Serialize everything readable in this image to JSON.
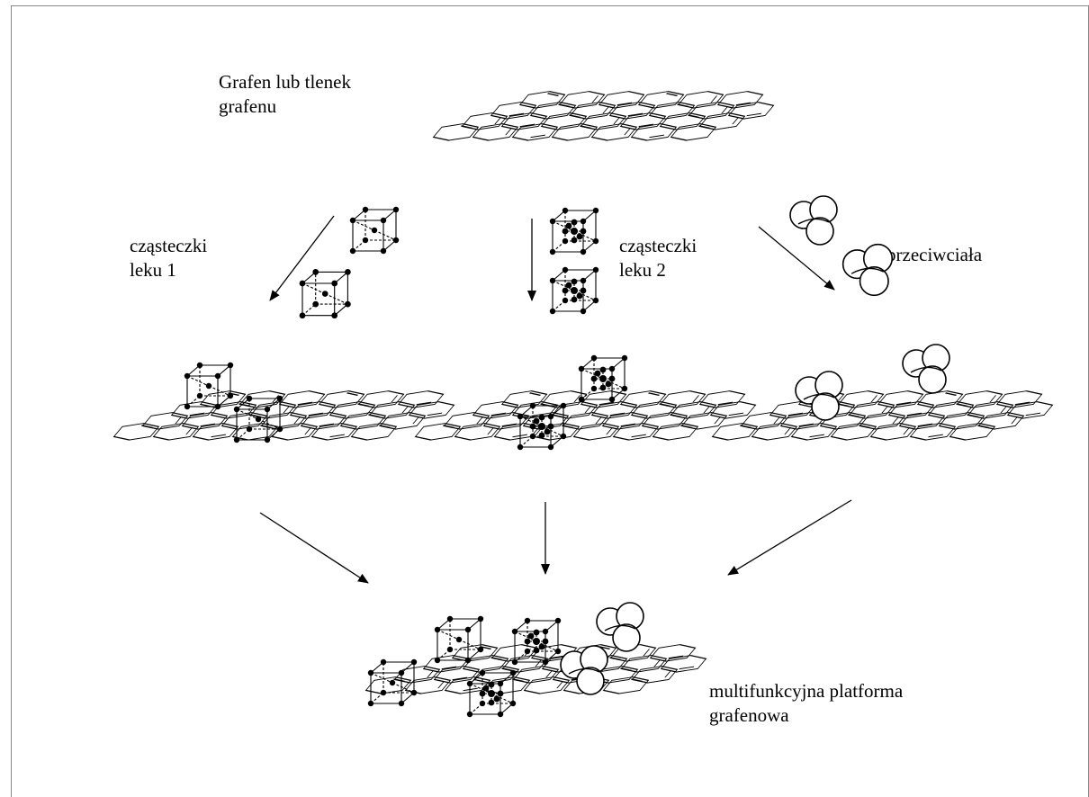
{
  "labels": {
    "source": "Grafen lub tlenek\ngrafenu",
    "drug1": "cząsteczki\nleku 1",
    "drug2": "cząsteczki\nleku 2",
    "antibodies": "przeciwciała",
    "platform": "multifunkcyjna platforma\ngrafenowa"
  },
  "icons": {
    "sheet": "graphene-sheet-icon",
    "drug1": "drug-1-cube-icon",
    "drug2": "drug-2-cube-icon",
    "antibody": "antibody-icon",
    "arrow": "arrow-icon"
  },
  "colors": {
    "line": "#000000",
    "background": "#ffffff"
  }
}
